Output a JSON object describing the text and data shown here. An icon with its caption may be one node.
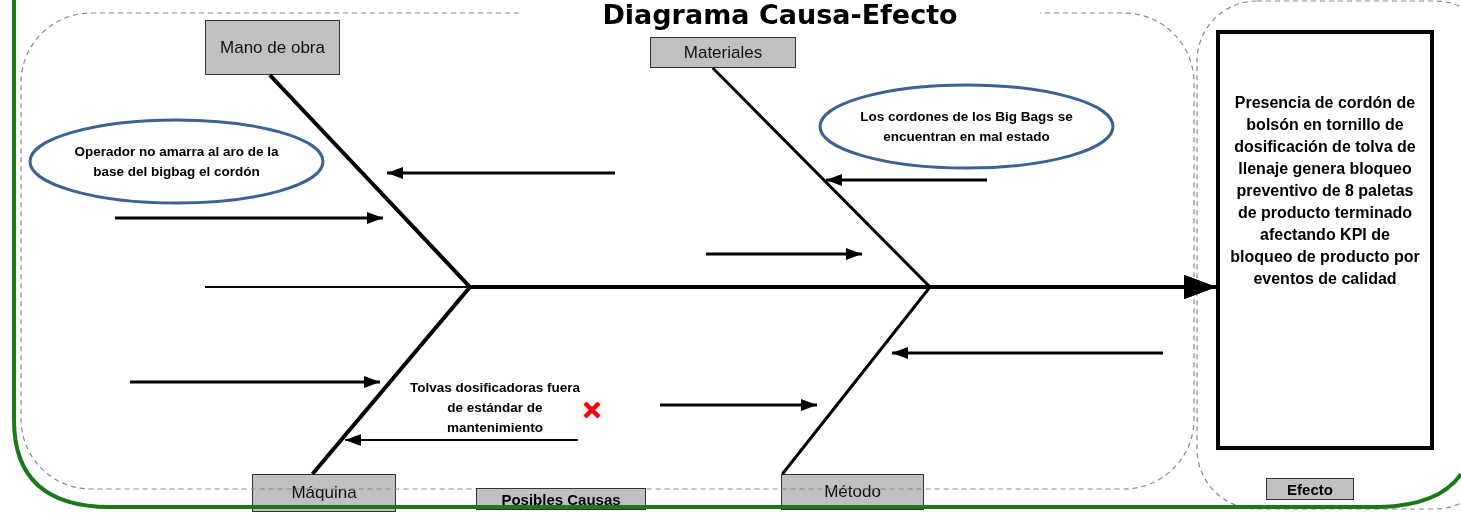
{
  "diagram": {
    "title": "Diagrama Causa-Efecto",
    "nodes": [
      {
        "text": [
          "Posibles Causas"
        ]
      },
      {
        "text": [
          "Mano de obra"
        ],
        "in": 0
      },
      {
        "text": [
          "Materiales"
        ],
        "in": 0
      },
      {
        "text": [
          "Operador no amarra al aro de la base del bigbag el cordón"
        ],
        "in": 0
      },
      {
        "text": [
          "Los cordones de los Big Bags se encuentran en mal estado"
        ],
        "in": 0
      },
      {
        "text": [
          "Tolvas dosificadoras fuera de estándar de mantenimiento"
        ],
        "in": 0
      },
      {
        "text": [
          "Máquina"
        ]
      },
      {
        "text": [
          "Método"
        ]
      },
      {
        "text": [
          "Efecto"
        ]
      },
      {
        "text": [
          "Presencia de cordón de bolsón en tornillo de dosificación de tolva de llenaje genera bloqueo preventivo de 8 paletas de producto terminado afectando KPI de bloqueo de producto por eventos de calidad"
        ],
        "in": 8
      }
    ],
    "edges": [
      {
        "from": 1,
        "to": 9,
        "arrow": "to"
      },
      {
        "from": 2,
        "to": 9,
        "arrow": "to"
      },
      {
        "from": 6,
        "to": 9,
        "arrow": "to"
      },
      {
        "from": 7,
        "to": 9,
        "arrow": "to"
      },
      {
        "from": 5,
        "to": 6,
        "arrow": "to"
      }
    ]
  }
}
